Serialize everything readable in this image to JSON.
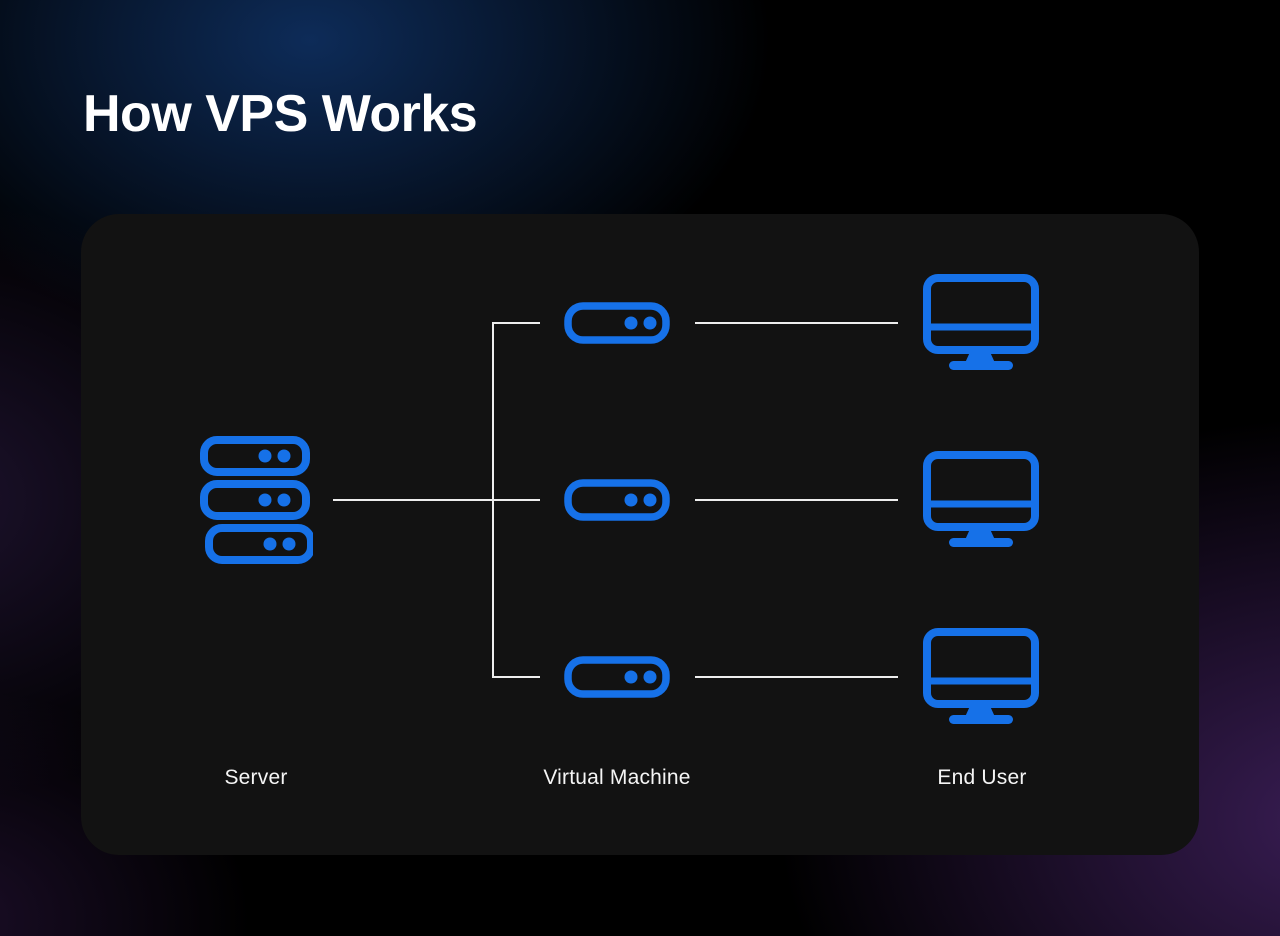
{
  "title": "How VPS Works",
  "colors": {
    "accent_blue": "#1671E8",
    "connector": "#EDEDED",
    "card_background": "#121212",
    "page_background": "#000000",
    "title_color": "#FFFFFF",
    "label_color": "#F5F5F5"
  },
  "diagram": {
    "columns": [
      {
        "id": "server",
        "label": "Server",
        "icon": "server-stack-icon",
        "instances": 1
      },
      {
        "id": "virtual_machine",
        "label": "Virtual Machine",
        "icon": "vm-icon",
        "instances": 3
      },
      {
        "id": "end_user",
        "label": "End User",
        "icon": "monitor-icon",
        "instances": 3
      }
    ],
    "connections": [
      {
        "from": "server",
        "to": "virtual_machine-1"
      },
      {
        "from": "server",
        "to": "virtual_machine-2"
      },
      {
        "from": "server",
        "to": "virtual_machine-3"
      },
      {
        "from": "virtual_machine-1",
        "to": "end_user-1"
      },
      {
        "from": "virtual_machine-2",
        "to": "end_user-2"
      },
      {
        "from": "virtual_machine-3",
        "to": "end_user-3"
      }
    ]
  }
}
